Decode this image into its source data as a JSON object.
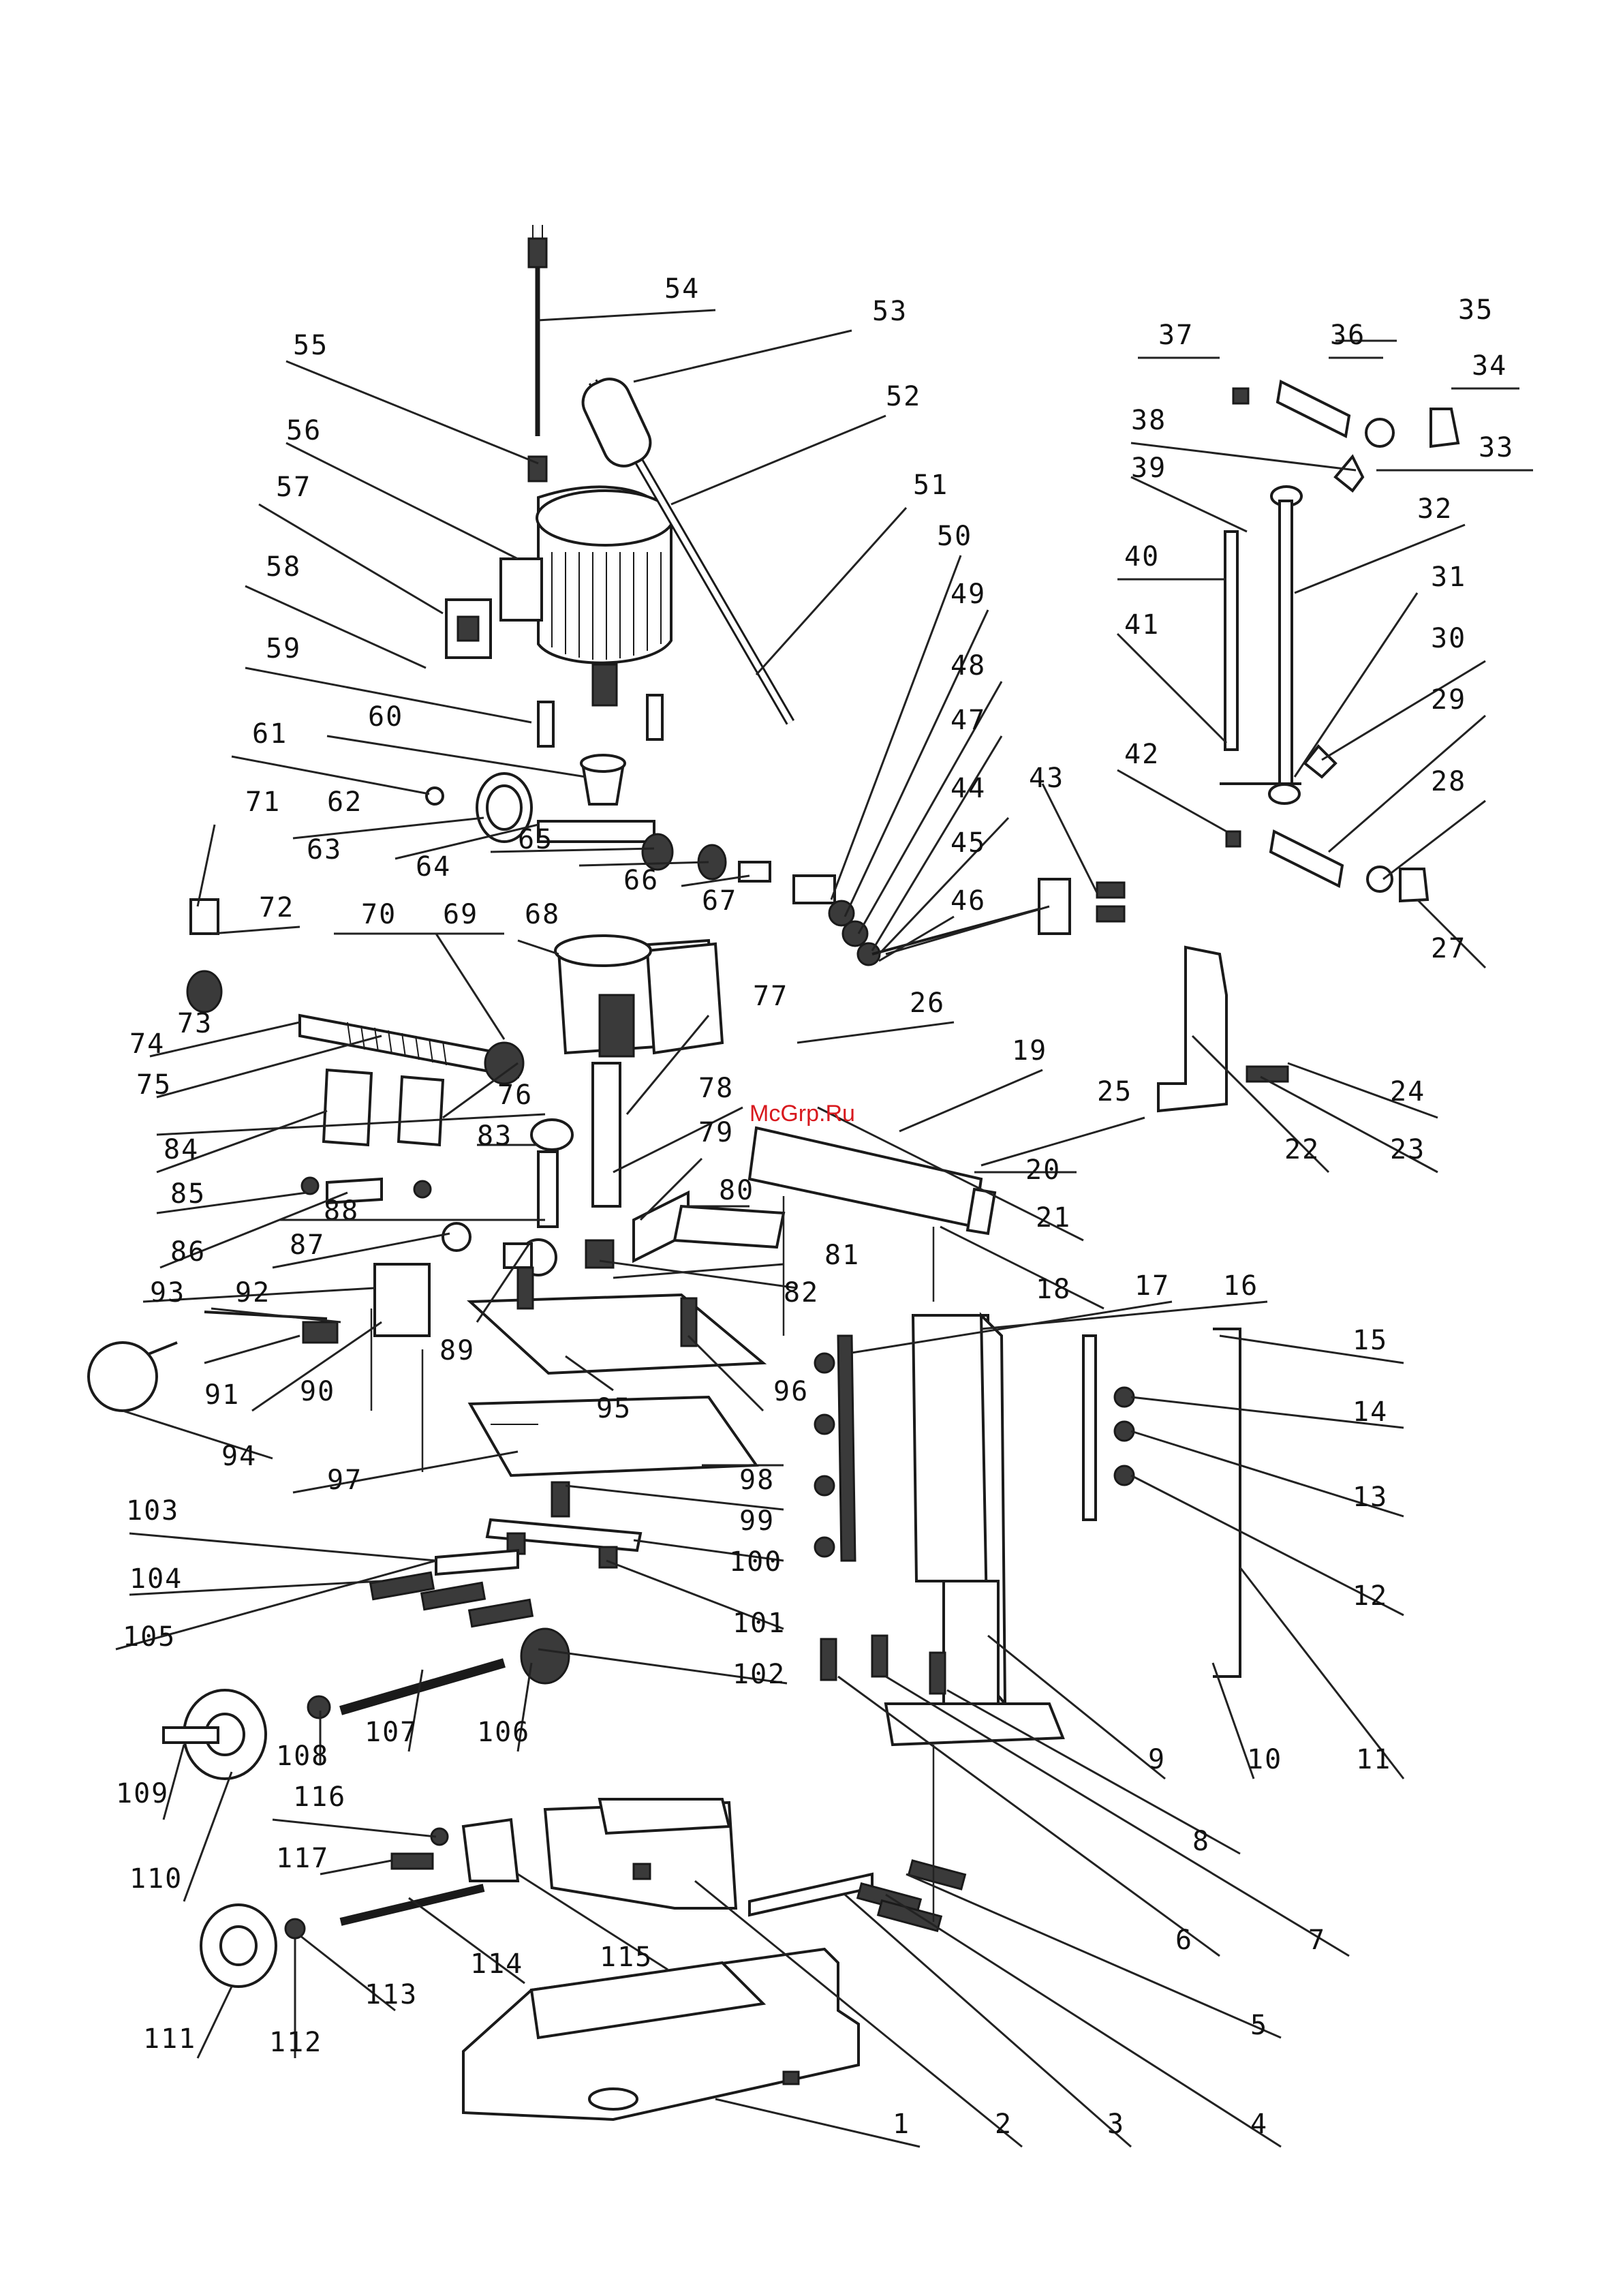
{
  "watermark": "McGrp.Ru",
  "callouts": [
    {
      "id": "c1",
      "text": "1"
    },
    {
      "id": "c2",
      "text": "2"
    },
    {
      "id": "c3",
      "text": "3"
    },
    {
      "id": "c4",
      "text": "4"
    },
    {
      "id": "c5",
      "text": "5"
    },
    {
      "id": "c6",
      "text": "6"
    },
    {
      "id": "c7",
      "text": "7"
    },
    {
      "id": "c8",
      "text": "8"
    },
    {
      "id": "c9",
      "text": "9"
    },
    {
      "id": "c10",
      "text": "10"
    },
    {
      "id": "c11",
      "text": "11"
    },
    {
      "id": "c12",
      "text": "12"
    },
    {
      "id": "c13",
      "text": "13"
    },
    {
      "id": "c14",
      "text": "14"
    },
    {
      "id": "c15",
      "text": "15"
    },
    {
      "id": "c16",
      "text": "16"
    },
    {
      "id": "c17",
      "text": "17"
    },
    {
      "id": "c18",
      "text": "18"
    },
    {
      "id": "c19",
      "text": "19"
    },
    {
      "id": "c20",
      "text": "20"
    },
    {
      "id": "c21",
      "text": "21"
    },
    {
      "id": "c22",
      "text": "22"
    },
    {
      "id": "c23",
      "text": "23"
    },
    {
      "id": "c24",
      "text": "24"
    },
    {
      "id": "c25",
      "text": "25"
    },
    {
      "id": "c26",
      "text": "26"
    },
    {
      "id": "c27",
      "text": "27"
    },
    {
      "id": "c28",
      "text": "28"
    },
    {
      "id": "c29",
      "text": "29"
    },
    {
      "id": "c30",
      "text": "30"
    },
    {
      "id": "c31",
      "text": "31"
    },
    {
      "id": "c32",
      "text": "32"
    },
    {
      "id": "c33",
      "text": "33"
    },
    {
      "id": "c34",
      "text": "34"
    },
    {
      "id": "c35",
      "text": "35"
    },
    {
      "id": "c36",
      "text": "36"
    },
    {
      "id": "c37",
      "text": "37"
    },
    {
      "id": "c38",
      "text": "38"
    },
    {
      "id": "c39",
      "text": "39"
    },
    {
      "id": "c40",
      "text": "40"
    },
    {
      "id": "c41",
      "text": "41"
    },
    {
      "id": "c42",
      "text": "42"
    },
    {
      "id": "c43",
      "text": "43"
    },
    {
      "id": "c44",
      "text": "44"
    },
    {
      "id": "c45",
      "text": "45"
    },
    {
      "id": "c46",
      "text": "46"
    },
    {
      "id": "c47",
      "text": "47"
    },
    {
      "id": "c48",
      "text": "48"
    },
    {
      "id": "c49",
      "text": "49"
    },
    {
      "id": "c50",
      "text": "50"
    },
    {
      "id": "c51",
      "text": "51"
    },
    {
      "id": "c52",
      "text": "52"
    },
    {
      "id": "c53",
      "text": "53"
    },
    {
      "id": "c54",
      "text": "54"
    },
    {
      "id": "c55",
      "text": "55"
    },
    {
      "id": "c56",
      "text": "56"
    },
    {
      "id": "c57",
      "text": "57"
    },
    {
      "id": "c58",
      "text": "58"
    },
    {
      "id": "c59",
      "text": "59"
    },
    {
      "id": "c60",
      "text": "60"
    },
    {
      "id": "c61",
      "text": "61"
    },
    {
      "id": "c62",
      "text": "62"
    },
    {
      "id": "c63",
      "text": "63"
    },
    {
      "id": "c64",
      "text": "64"
    },
    {
      "id": "c65",
      "text": "65"
    },
    {
      "id": "c66",
      "text": "66"
    },
    {
      "id": "c67",
      "text": "67"
    },
    {
      "id": "c68",
      "text": "68"
    },
    {
      "id": "c69",
      "text": "69"
    },
    {
      "id": "c70",
      "text": "70"
    },
    {
      "id": "c71",
      "text": "71"
    },
    {
      "id": "c72",
      "text": "72"
    },
    {
      "id": "c73",
      "text": "73"
    },
    {
      "id": "c74",
      "text": "74"
    },
    {
      "id": "c75",
      "text": "75"
    },
    {
      "id": "c76",
      "text": "76"
    },
    {
      "id": "c77",
      "text": "77"
    },
    {
      "id": "c78",
      "text": "78"
    },
    {
      "id": "c79",
      "text": "79"
    },
    {
      "id": "c80",
      "text": "80"
    },
    {
      "id": "c81",
      "text": "81"
    },
    {
      "id": "c82",
      "text": "82"
    },
    {
      "id": "c83",
      "text": "83"
    },
    {
      "id": "c84",
      "text": "84"
    },
    {
      "id": "c85",
      "text": "85"
    },
    {
      "id": "c86",
      "text": "86"
    },
    {
      "id": "c87",
      "text": "87"
    },
    {
      "id": "c88",
      "text": "88"
    },
    {
      "id": "c89",
      "text": "89"
    },
    {
      "id": "c90",
      "text": "90"
    },
    {
      "id": "c91",
      "text": "91"
    },
    {
      "id": "c92",
      "text": "92"
    },
    {
      "id": "c93",
      "text": "93"
    },
    {
      "id": "c94",
      "text": "94"
    },
    {
      "id": "c95",
      "text": "95"
    },
    {
      "id": "c96",
      "text": "96"
    },
    {
      "id": "c97",
      "text": "97"
    },
    {
      "id": "c98",
      "text": "98"
    },
    {
      "id": "c99",
      "text": "99"
    },
    {
      "id": "c100",
      "text": "100"
    },
    {
      "id": "c101",
      "text": "101"
    },
    {
      "id": "c102",
      "text": "102"
    },
    {
      "id": "c103",
      "text": "103"
    },
    {
      "id": "c104",
      "text": "104"
    },
    {
      "id": "c105",
      "text": "105"
    },
    {
      "id": "c106",
      "text": "106"
    },
    {
      "id": "c107",
      "text": "107"
    },
    {
      "id": "c108",
      "text": "108"
    },
    {
      "id": "c109",
      "text": "109"
    },
    {
      "id": "c110",
      "text": "110"
    },
    {
      "id": "c111",
      "text": "111"
    },
    {
      "id": "c112",
      "text": "112"
    },
    {
      "id": "c113",
      "text": "113"
    },
    {
      "id": "c114",
      "text": "114"
    },
    {
      "id": "c115",
      "text": "115"
    },
    {
      "id": "c116",
      "text": "116"
    },
    {
      "id": "c117",
      "text": "117"
    }
  ]
}
